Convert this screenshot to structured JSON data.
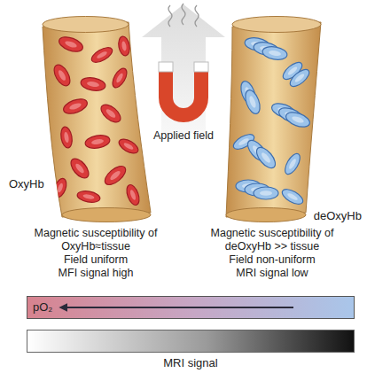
{
  "diagram": {
    "nodes": [
      {
        "text": [
          "pO₂"
        ]
      },
      {
        "text": [
          "MRI signal"
        ]
      }
    ],
    "labels": [
      "Applied field",
      "OxyHb",
      "deOxyHb",
      "Magnetic susceptibility of OxyHb≈tissue",
      "Field uniform",
      "MFI signal high",
      "Magnetic susceptibility of deOxyHb >> tissue",
      "Field non-uniform",
      "MRI signal low"
    ]
  }
}
